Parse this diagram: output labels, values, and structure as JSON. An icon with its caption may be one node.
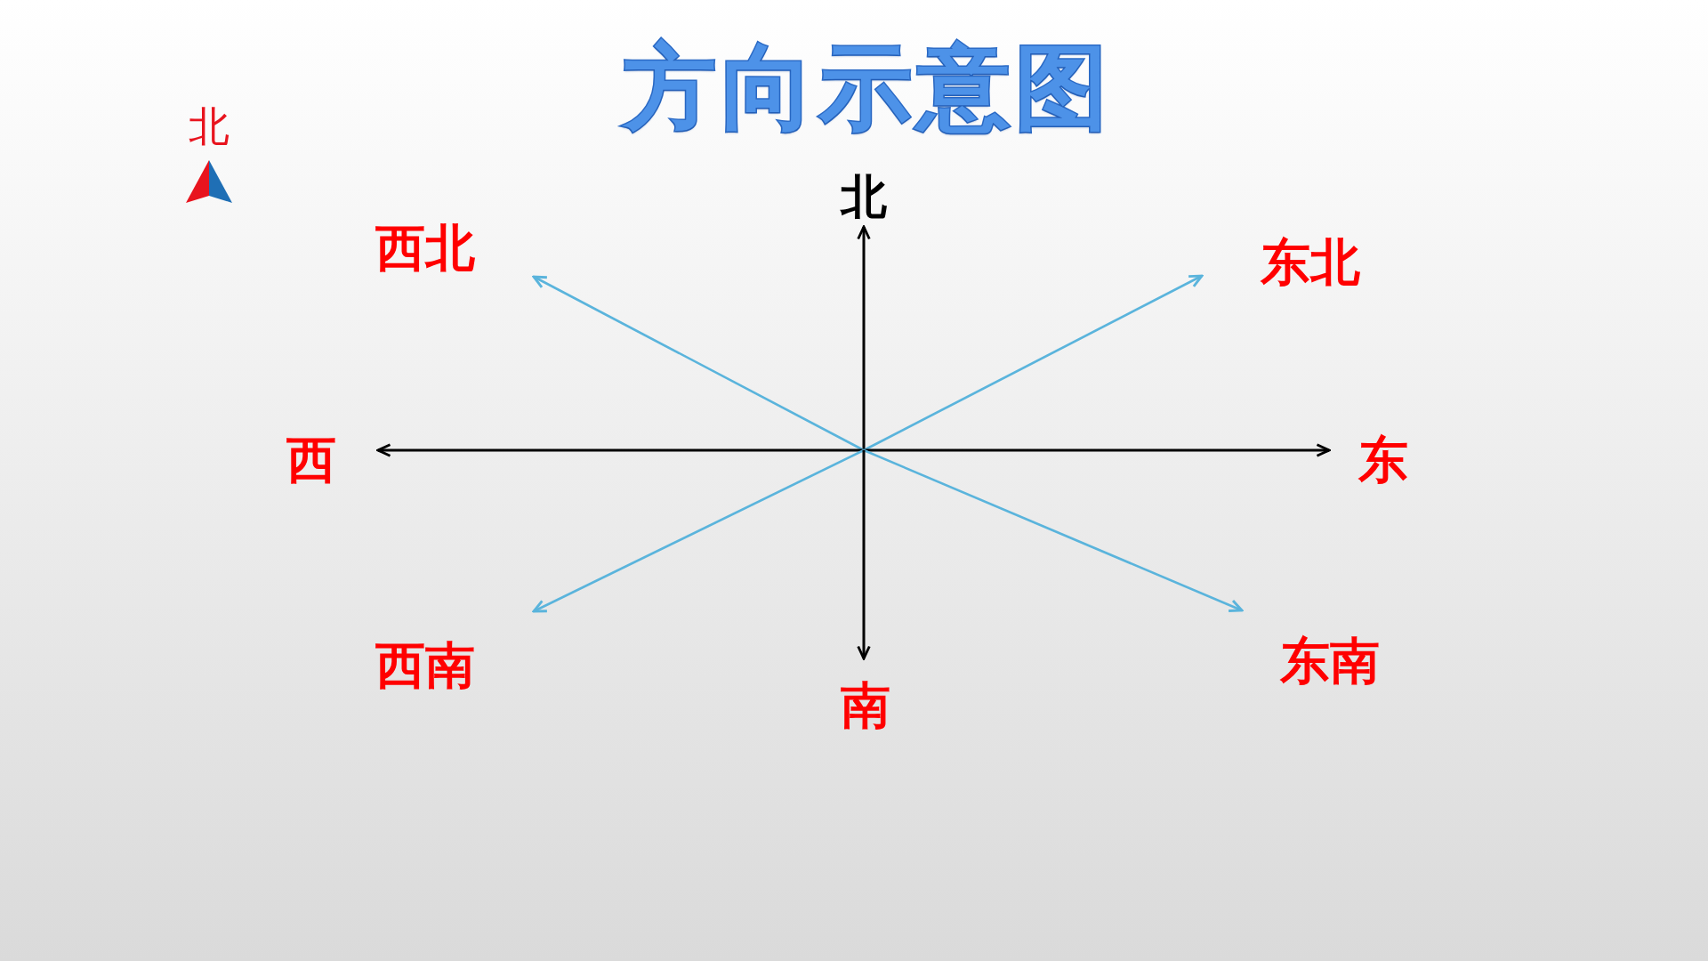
{
  "diagram": {
    "title": "方向示意图",
    "nodes": [
      {
        "text": [
          "北"
        ]
      },
      {
        "text": [
          "西北"
        ]
      },
      {
        "text": [
          "东北"
        ]
      },
      {
        "text": [
          "西"
        ]
      },
      {
        "text": [
          "东"
        ]
      },
      {
        "text": [
          "西南"
        ]
      },
      {
        "text": [
          "东南"
        ]
      },
      {
        "text": [
          "南"
        ]
      }
    ],
    "edges": [
      {
        "from": null,
        "to": 0,
        "arrow": "to"
      },
      {
        "from": null,
        "to": 1,
        "arrow": "to",
        "color": "#5ab4dc"
      },
      {
        "from": null,
        "to": 2,
        "arrow": "to",
        "color": "#5ab4dc"
      },
      {
        "from": null,
        "to": 3,
        "arrow": "to"
      },
      {
        "from": null,
        "to": 4,
        "arrow": "to"
      },
      {
        "from": null,
        "to": 5,
        "arrow": "to",
        "color": "#5ab4dc"
      },
      {
        "from": null,
        "to": 6,
        "arrow": "to",
        "color": "#5ab4dc"
      },
      {
        "from": null,
        "to": 7,
        "arrow": "to"
      }
    ],
    "labels": [
      "北"
    ]
  }
}
